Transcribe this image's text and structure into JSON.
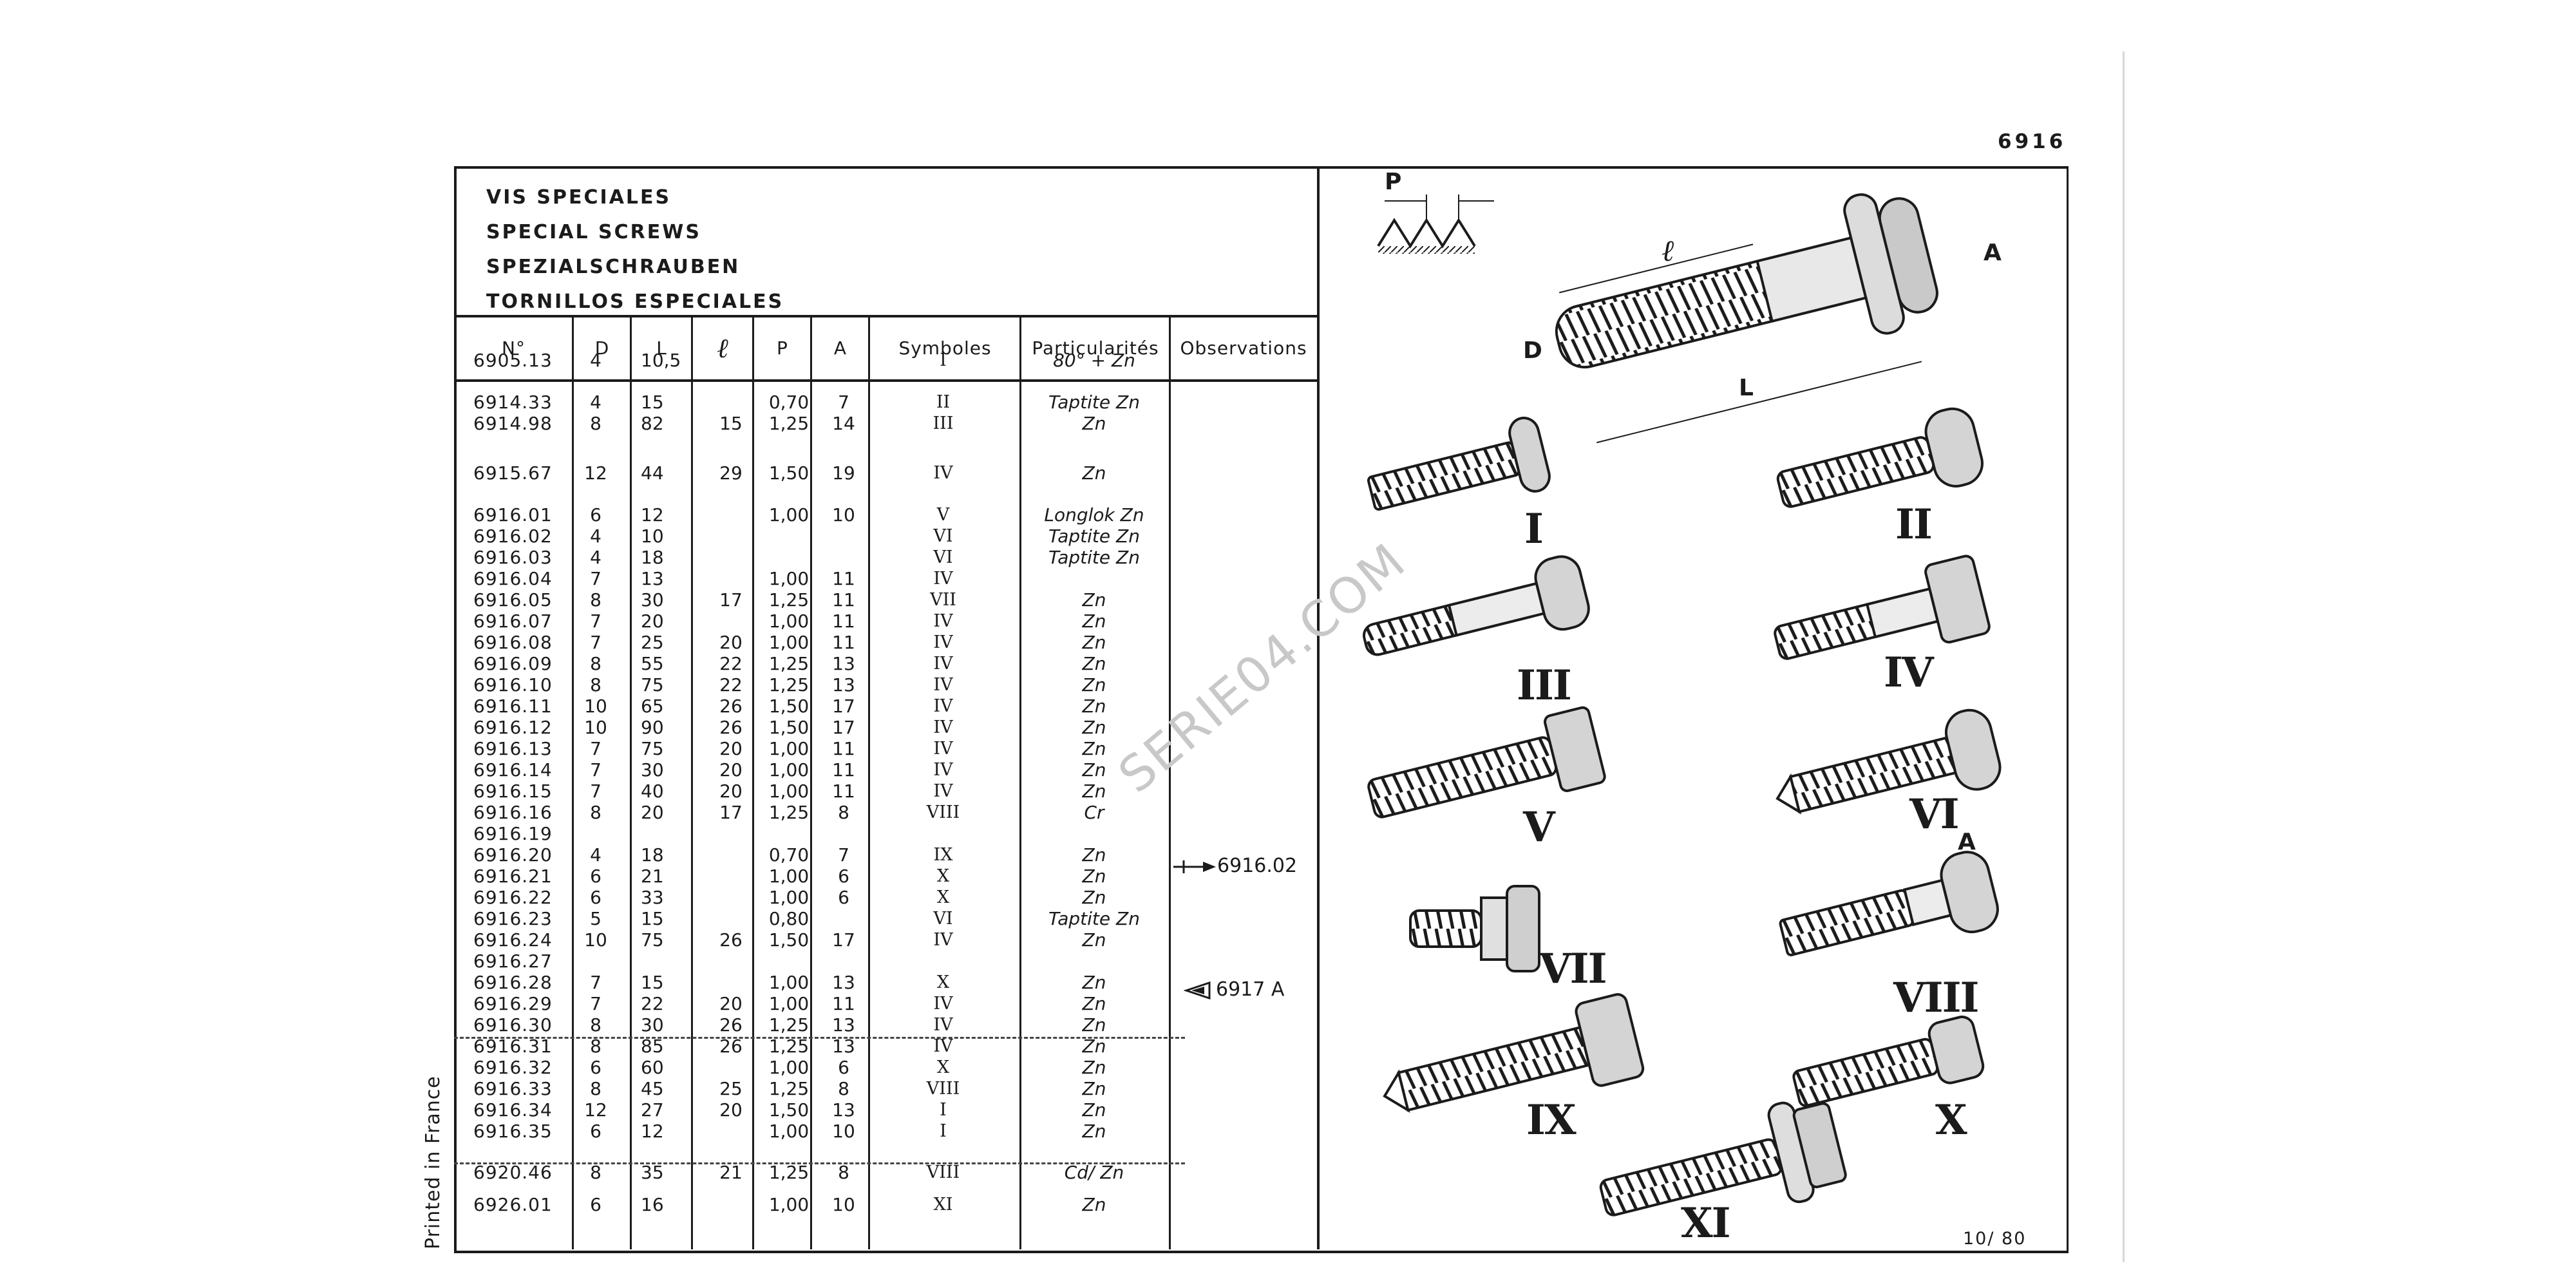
{
  "page": {
    "number": "6916",
    "footer": "10/ 80",
    "printed": "Printed in France",
    "watermark": "SERIE04.COM"
  },
  "titles": [
    "VIS SPECIALES",
    "SPECIAL SCREWS",
    "SPEZIALSCHRAUBEN",
    "TORNILLOS ESPECIALES"
  ],
  "columns": {
    "no": "N°",
    "d": "D",
    "l": "L",
    "ell": "ℓ",
    "p": "P",
    "a": "A",
    "symboles": "Symboles",
    "particularites": "Particularités",
    "observations": "Observations"
  },
  "rows": [
    {
      "no": "6905.13",
      "d": "4",
      "l": "10,5",
      "ell": "",
      "p": "",
      "a": "",
      "sym": "I",
      "part": "80° + Zn"
    },
    {
      "no": "6914.33",
      "d": "4",
      "l": "15",
      "ell": "",
      "p": "0,70",
      "a": "7",
      "sym": "II",
      "part": "Taptite Zn"
    },
    {
      "no": "6914.98",
      "d": "8",
      "l": "82",
      "ell": "15",
      "p": "1,25",
      "a": "14",
      "sym": "III",
      "part": "Zn"
    },
    {
      "no": "6915.67",
      "d": "12",
      "l": "44",
      "ell": "29",
      "p": "1,50",
      "a": "19",
      "sym": "IV",
      "part": "Zn"
    },
    {
      "no": "6916.01",
      "d": "6",
      "l": "12",
      "ell": "",
      "p": "1,00",
      "a": "10",
      "sym": "V",
      "part": "Longlok Zn"
    },
    {
      "no": "6916.02",
      "d": "4",
      "l": "10",
      "ell": "",
      "p": "",
      "a": "",
      "sym": "VI",
      "part": "Taptite Zn"
    },
    {
      "no": "6916.03",
      "d": "4",
      "l": "18",
      "ell": "",
      "p": "",
      "a": "",
      "sym": "VI",
      "part": "Taptite Zn"
    },
    {
      "no": "6916.04",
      "d": "7",
      "l": "13",
      "ell": "",
      "p": "1,00",
      "a": "11",
      "sym": "IV",
      "part": ""
    },
    {
      "no": "6916.05",
      "d": "8",
      "l": "30",
      "ell": "17",
      "p": "1,25",
      "a": "11",
      "sym": "VII",
      "part": "Zn"
    },
    {
      "no": "6916.07",
      "d": "7",
      "l": "20",
      "ell": "",
      "p": "1,00",
      "a": "11",
      "sym": "IV",
      "part": "Zn"
    },
    {
      "no": "6916.08",
      "d": "7",
      "l": "25",
      "ell": "20",
      "p": "1,00",
      "a": "11",
      "sym": "IV",
      "part": "Zn"
    },
    {
      "no": "6916.09",
      "d": "8",
      "l": "55",
      "ell": "22",
      "p": "1,25",
      "a": "13",
      "sym": "IV",
      "part": "Zn"
    },
    {
      "no": "6916.10",
      "d": "8",
      "l": "75",
      "ell": "22",
      "p": "1,25",
      "a": "13",
      "sym": "IV",
      "part": "Zn"
    },
    {
      "no": "6916.11",
      "d": "10",
      "l": "65",
      "ell": "26",
      "p": "1,50",
      "a": "17",
      "sym": "IV",
      "part": "Zn"
    },
    {
      "no": "6916.12",
      "d": "10",
      "l": "90",
      "ell": "26",
      "p": "1,50",
      "a": "17",
      "sym": "IV",
      "part": "Zn"
    },
    {
      "no": "6916.13",
      "d": "7",
      "l": "75",
      "ell": "20",
      "p": "1,00",
      "a": "11",
      "sym": "IV",
      "part": "Zn"
    },
    {
      "no": "6916.14",
      "d": "7",
      "l": "30",
      "ell": "20",
      "p": "1,00",
      "a": "11",
      "sym": "IV",
      "part": "Zn"
    },
    {
      "no": "6916.15",
      "d": "7",
      "l": "40",
      "ell": "20",
      "p": "1,00",
      "a": "11",
      "sym": "IV",
      "part": "Zn"
    },
    {
      "no": "6916.16",
      "d": "8",
      "l": "20",
      "ell": "17",
      "p": "1,25",
      "a": "8",
      "sym": "VIII",
      "part": "Cr"
    },
    {
      "no": "6916.19",
      "d": "",
      "l": "",
      "ell": "",
      "p": "",
      "a": "",
      "sym": "",
      "part": ""
    },
    {
      "no": "6916.20",
      "d": "4",
      "l": "18",
      "ell": "",
      "p": "0,70",
      "a": "7",
      "sym": "IX",
      "part": "Zn"
    },
    {
      "no": "6916.21",
      "d": "6",
      "l": "21",
      "ell": "",
      "p": "1,00",
      "a": "6",
      "sym": "X",
      "part": "Zn"
    },
    {
      "no": "6916.22",
      "d": "6",
      "l": "33",
      "ell": "",
      "p": "1,00",
      "a": "6",
      "sym": "X",
      "part": "Zn"
    },
    {
      "no": "6916.23",
      "d": "5",
      "l": "15",
      "ell": "",
      "p": "0,80",
      "a": "",
      "sym": "VI",
      "part": "Taptite Zn"
    },
    {
      "no": "6916.24",
      "d": "10",
      "l": "75",
      "ell": "26",
      "p": "1,50",
      "a": "17",
      "sym": "IV",
      "part": "Zn"
    },
    {
      "no": "6916.27",
      "d": "",
      "l": "",
      "ell": "",
      "p": "",
      "a": "",
      "sym": "",
      "part": ""
    },
    {
      "no": "6916.28",
      "d": "7",
      "l": "15",
      "ell": "",
      "p": "1,00",
      "a": "13",
      "sym": "X",
      "part": "Zn"
    },
    {
      "no": "6916.29",
      "d": "7",
      "l": "22",
      "ell": "20",
      "p": "1,00",
      "a": "11",
      "sym": "IV",
      "part": "Zn"
    },
    {
      "no": "6916.30",
      "d": "8",
      "l": "30",
      "ell": "26",
      "p": "1,25",
      "a": "13",
      "sym": "IV",
      "part": "Zn"
    },
    {
      "no": "6916.31",
      "d": "8",
      "l": "85",
      "ell": "26",
      "p": "1,25",
      "a": "13",
      "sym": "IV",
      "part": "Zn"
    },
    {
      "no": "6916.32",
      "d": "6",
      "l": "60",
      "ell": "",
      "p": "1,00",
      "a": "6",
      "sym": "X",
      "part": "Zn"
    },
    {
      "no": "6916.33",
      "d": "8",
      "l": "45",
      "ell": "25",
      "p": "1,25",
      "a": "8",
      "sym": "VIII",
      "part": "Zn"
    },
    {
      "no": "6916.34",
      "d": "12",
      "l": "27",
      "ell": "20",
      "p": "1,50",
      "a": "13",
      "sym": "I",
      "part": "Zn"
    },
    {
      "no": "6916.35",
      "d": "6",
      "l": "12",
      "ell": "",
      "p": "1,00",
      "a": "10",
      "sym": "I",
      "part": "Zn"
    },
    {
      "no": "6920.46",
      "d": "8",
      "l": "35",
      "ell": "21",
      "p": "1,25",
      "a": "8",
      "sym": "VIII",
      "part": "Cd/ Zn"
    },
    {
      "no": "6926.01",
      "d": "6",
      "l": "16",
      "ell": "",
      "p": "1,00",
      "a": "10",
      "sym": "XI",
      "part": "Zn"
    }
  ],
  "references": {
    "r1": "6916.02",
    "r2": "6917 A"
  },
  "symbols": [
    "I",
    "II",
    "III",
    "IV",
    "V",
    "VI",
    "VII",
    "VIII",
    "IX",
    "X",
    "XI"
  ],
  "diagram": {
    "p": "P",
    "d": "D",
    "l": "L",
    "a": "A",
    "ell": "ℓ",
    "a_small": "A"
  }
}
